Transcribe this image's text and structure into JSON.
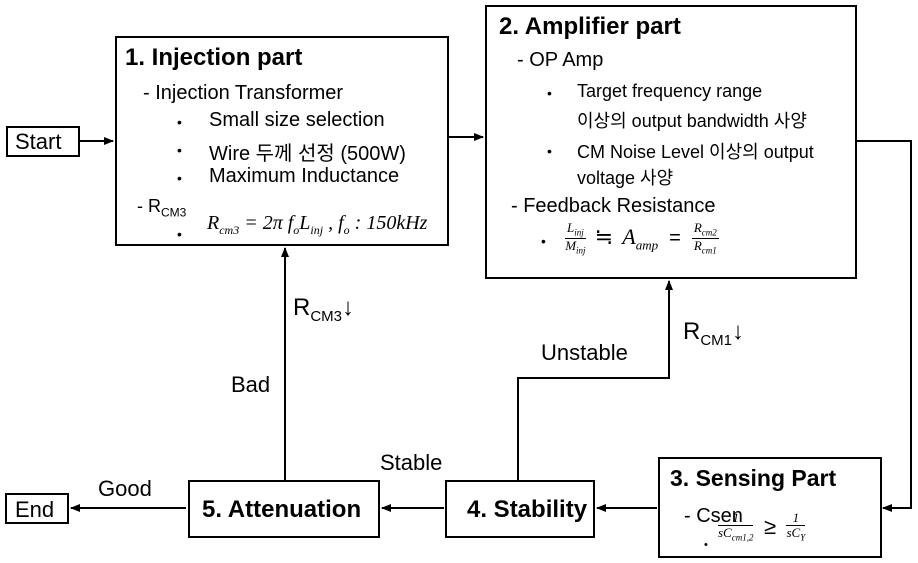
{
  "start_label": "Start",
  "end_label": "End",
  "injection": {
    "title": "1. Injection part",
    "transformer_heading": "- Injection Transformer",
    "bullets": [
      "Small size selection",
      "Wire 두께 선정 (500W)",
      "Maximum Inductance"
    ],
    "rcm3_heading_prefix": "- R",
    "rcm3_heading_sub": "CM3",
    "formula": {
      "lhs": "R",
      "lhs_sub": "cm3",
      "eq": " = 2π f",
      "f_sub": "o",
      "L": "L",
      "L_sub": "inj",
      "tail": " , f",
      "tail_sub": "o",
      "tail_end": " : 150kHz"
    }
  },
  "amplifier": {
    "title": "2. Amplifier part",
    "opamp_heading": "- OP Amp",
    "bullet1_line1": "Target frequency range",
    "bullet1_line2": "이상의 output bandwidth 사양",
    "bullet2_line1": "CM Noise Level 이상의 output",
    "bullet2_line2": "voltage 사양",
    "feedback_heading": "- Feedback Resistance",
    "formula": {
      "l_num": "L",
      "l_num_sub": "inj",
      "l_den": "M",
      "l_den_sub": "inj",
      "approx": "≒",
      "a": "A",
      "a_sub": "amp",
      "eq": "=",
      "r_num": "R",
      "r_num_sub": "cm2",
      "r_den": "R",
      "r_den_sub": "cm1"
    }
  },
  "sensing": {
    "title": "3. Sensing Part",
    "csen_heading": "- Csen",
    "formula": {
      "num1": "1",
      "den1": "sC",
      "den1_sub": "cm1,2",
      "ge": "≥",
      "num2": "1",
      "den2": "sC",
      "den2_sub": "Y"
    }
  },
  "stability": {
    "title": "4. Stability"
  },
  "attenuation": {
    "title": "5. Attenuation"
  },
  "edges": {
    "rcm3_down": "R",
    "rcm3_down_sub": "CM3",
    "rcm1_down": "R",
    "rcm1_down_sub": "CM1",
    "arrow_down": "↓",
    "unstable": "Unstable",
    "bad": "Bad",
    "stable": "Stable",
    "good": "Good"
  }
}
